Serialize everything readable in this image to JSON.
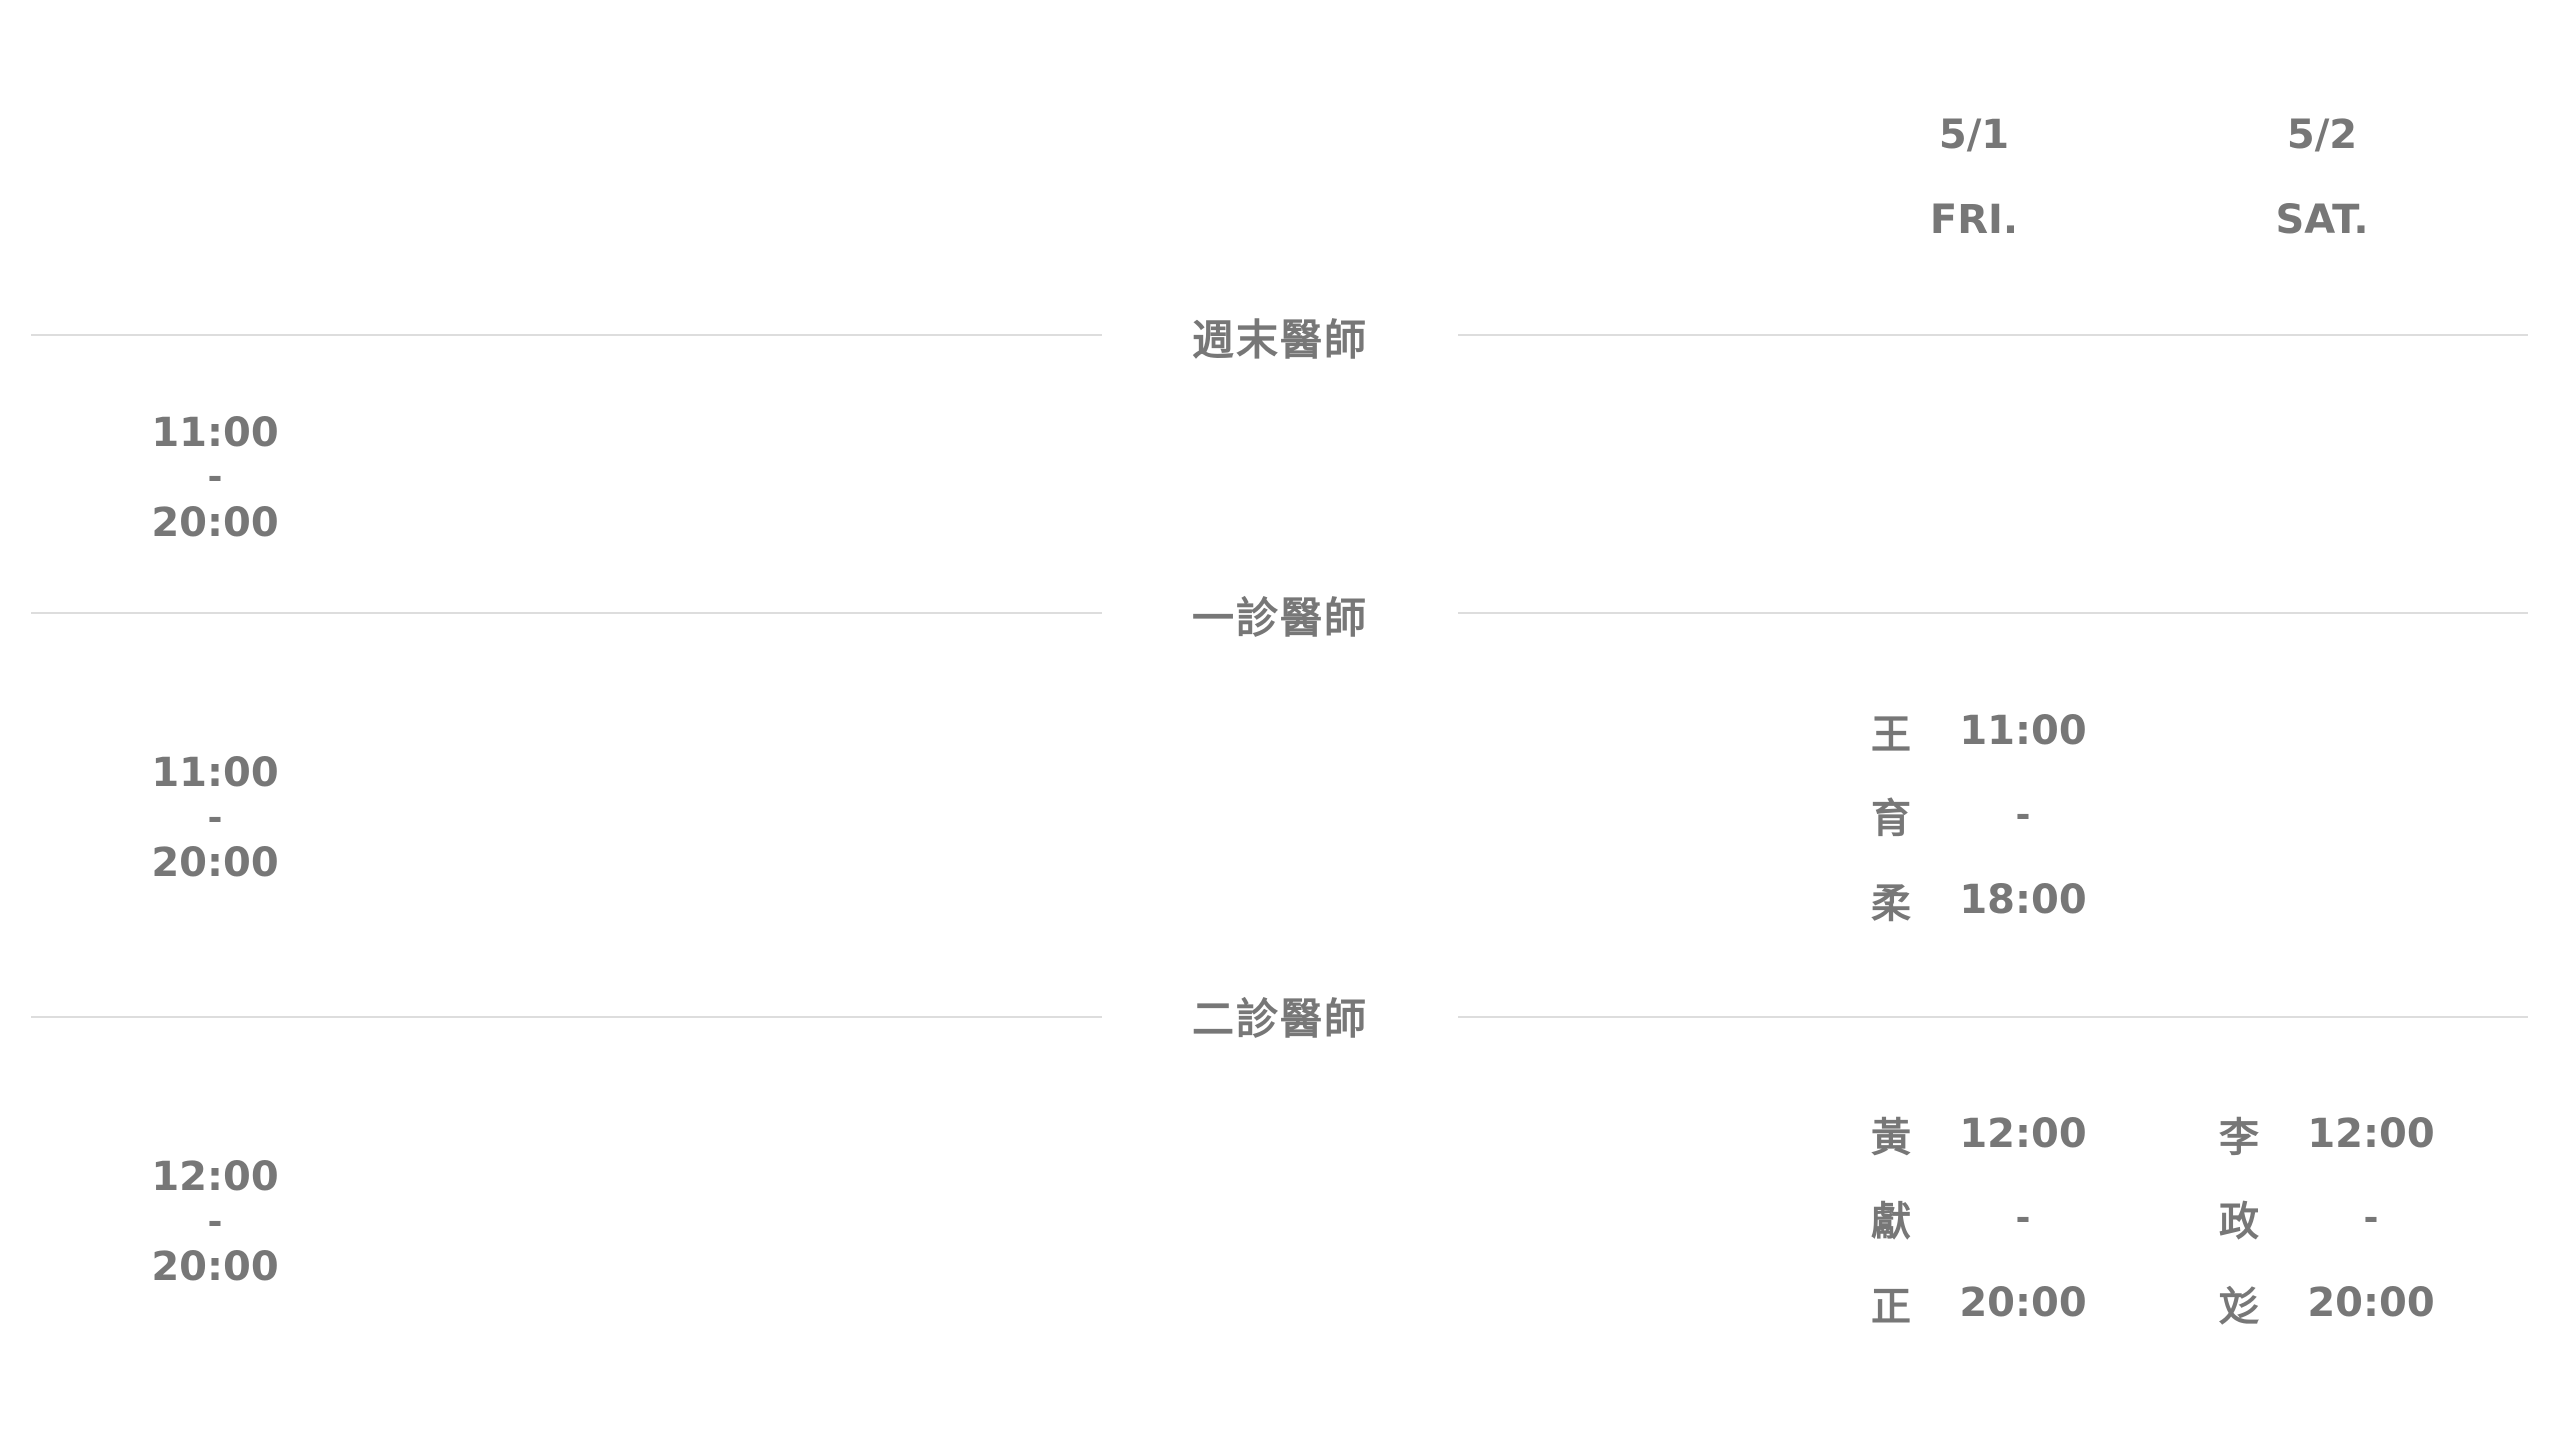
{
  "days": [
    {
      "date": "5/1",
      "weekday": "FRI."
    },
    {
      "date": "5/2",
      "weekday": "SAT."
    }
  ],
  "sections": [
    {
      "title": "週末醫師",
      "hours": {
        "start": "11:00",
        "sep": "-",
        "end": "20:00"
      },
      "entries": []
    },
    {
      "title": "一診醫師",
      "hours": {
        "start": "11:00",
        "sep": "-",
        "end": "20:00"
      },
      "entries": [
        {
          "day": "5/1",
          "name": [
            "王",
            "育",
            "柔"
          ],
          "start": "11:00",
          "sep": "-",
          "end": "18:00"
        }
      ]
    },
    {
      "title": "二診醫師",
      "hours": {
        "start": "12:00",
        "sep": "-",
        "end": "20:00"
      },
      "entries": [
        {
          "day": "5/1",
          "name": [
            "黃",
            "獻",
            "正"
          ],
          "start": "12:00",
          "sep": "-",
          "end": "20:00"
        },
        {
          "day": "5/2",
          "name": [
            "李",
            "政",
            "彣"
          ],
          "start": "12:00",
          "sep": "-",
          "end": "20:00"
        }
      ]
    }
  ]
}
